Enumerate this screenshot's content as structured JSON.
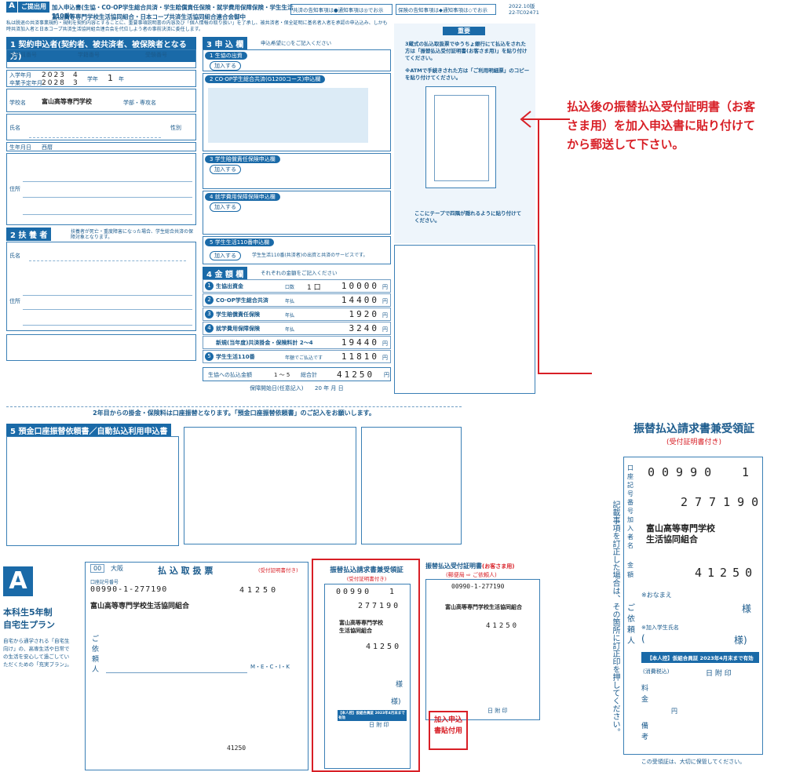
{
  "form": {
    "submit_tag": "ご提出用",
    "section_letter": "A",
    "title_line1": "加入申込書(生協・CO·OP学生総合共済・学生賠償責任保険・就学費用保障保険・学生生活110番)",
    "title_line2": "富山高等専門学校生活協同組合・日本コープ共済生活協同組合連合会御中",
    "notice_1": "共済の告知事項は●通知事項は◎でお示",
    "notice_2": "保険の告知事項は◆通知事項は◇でお示",
    "date_code": "2022.10版",
    "form_code": "22-TC02471",
    "intro_text": "私は脱退の共済事業規約・規則を契約内容とすることに、重要事項説明書の内容及び「個人情報の取り扱い」を了承し、被共済者・保全証明に基名者入者を承認の申込込み、しかも時共済加入者と日本コープ共済生活協同組合連合会を代位しよう者の事前決済に委任します。",
    "sec1_title": "契約申込者(契約者、被共済者、被保険者となる方)",
    "sec1_member_no": "組合員番号",
    "sec1_student_no": "学籍番号",
    "sec1_exam_no": "受験番号",
    "admission_label": "入学年月",
    "admission_year": "2023",
    "admission_month": "4",
    "graduation_label": "卒業予定年月",
    "graduation_year": "2028",
    "graduation_month": "3",
    "grade_label": "学年",
    "grade_value": "1",
    "grade_unit": "年",
    "school_label": "学校名",
    "school_name": "富山高等専門学校",
    "dept_label": "学部・専攻名",
    "name_label": "氏名",
    "gender_label": "性別",
    "birth_label": "生年月日",
    "birth_era": "西暦",
    "address_label": "住所",
    "sec2_title": "扶 養 者",
    "sec2_note": "扶養者が死亡・重度障害になった場合、学生総合共済の保障対象となります。",
    "sec3_title": "申 込 欄",
    "sec3_subtitle": "申込希望に○をご記入ください",
    "sec3_item1": "生協の出資",
    "sec3_item1_pill": "加入する",
    "sec3_item2": "CO·OP学生総合共済(G1200コース)申込欄",
    "sec3_item3": "学生賠償責任保険申込欄",
    "sec3_item3_pill": "加入する",
    "sec3_item4": "就学費用保障保険申込欄",
    "sec3_item4_pill": "加入する",
    "sec3_item5": "学生生活110番申込欄",
    "sec3_item5_pill": "加入する",
    "sec3_item5_note": "学生生活110番(共済者)の出資と共済のサービスです。",
    "sec4_title": "金 額 欄",
    "sec4_subtitle": "それぞれの金額をご記入ください",
    "amount_rows": [
      {
        "label": "生協出資金",
        "note": "口数",
        "qty": "1",
        "qty_unit": "口",
        "value": "10000",
        "unit": "円"
      },
      {
        "label": "CO·OP学生総合共済",
        "note": "年払",
        "qty": "",
        "qty_unit": "",
        "value": "14400",
        "unit": "円"
      },
      {
        "label": "学生賠償責任保険",
        "note": "年払",
        "qty": "",
        "qty_unit": "",
        "value": "1920",
        "unit": "円"
      },
      {
        "label": "就学費用保障保険",
        "note": "年払",
        "qty": "",
        "qty_unit": "",
        "value": "3240",
        "unit": "円"
      },
      {
        "label": "新規(当年度)共済掛金・保険料計 2〜4",
        "note": "",
        "qty": "",
        "qty_unit": "",
        "value": "19440",
        "unit": "円"
      },
      {
        "label": "学生生活110番",
        "note": "年額でご払込です",
        "qty": "",
        "qty_unit": "",
        "value": "11810",
        "unit": "円"
      }
    ],
    "total_label": "生協への払込金額",
    "total_range": "1 〜 5",
    "total_sum_label": "総合計",
    "total_value": "41250",
    "total_unit": "円",
    "start_date_label": "保障開始日(任意記入)",
    "start_date_value": "20    年    月    日",
    "bank_note": "2年目からの掛金・保険料は口座振替となります。「預金口座振替依頼書」のご記入をお願いします。",
    "sec5_title": "預金口座振替依頼書／自動払込利用申込書",
    "important_title": "重要",
    "important_text_1": "3蔵式の払込取扱票でゆうちょ銀行にて払込をされた方は「振替払込受付証明書(お客さま用)」を貼り付けてください。",
    "important_text_2": "※ATMで手続きされた方は「ご利用明細票」のコピーを貼り付けてください。",
    "tape_note": "ここにテープで四隅が隠れるように貼り付けてください。",
    "stamp_label": "加入申込書貼付用",
    "account_label": "口座記号番号",
    "account_no": "00990-1-277190",
    "account_no_a": "00990",
    "account_no_b": "1",
    "account_no_c": "277190",
    "payee_label": "加入者名",
    "payee_name_1": "富山高等専門学校",
    "payee_name_2": "生活協同組合",
    "amount_label": "金額",
    "amount_value": "41250",
    "consumer_label": "※おなまえ",
    "honorific": "様",
    "student_label": "※加入学生氏名",
    "paren_open": "(",
    "paren_close": "様)",
    "requester_label": "ご依頼人",
    "payment_slip_title": "払 込 取 扱 票",
    "slip_cert_note": "(受付証明書付き)",
    "receipt_title": "振替払込請求書兼受領証",
    "receipt_sub": "(受付証明書付き)",
    "customer_cert_title": "振替払込受付証明書",
    "customer_cert_sub": "(お客さま用)",
    "correction_note": "記載事項を訂正した場合は、その箇所に訂正印を押してください。",
    "date_stamp_label": "日 附 印",
    "fee_label": "料金",
    "remarks_label": "備考",
    "fee_tax_label": "(消費税込)",
    "yen": "円",
    "member_badge": "【本人控】仮組合員証 2023年4月末まで有効",
    "receipt_footer": "この受領証は、大切に保管してください。",
    "postal_note": "(郵便局 ⇨ ご依頼人)",
    "side_plan_title_1": "本科生5年制",
    "side_plan_title_2": "自宅生プラン",
    "side_plan_desc": "自宅から通学される「自宅生向け」の、高専生活や日常での生活を安心して過ごしていただくための「充実プラン」。",
    "office_branch": "大阪",
    "slip_code": "00",
    "mecik": "M・E・C・I・K",
    "callout": "払込後の振替払込受付証明書（お客さま用）を加入申込書に貼り付けてから郵送して下さい。"
  },
  "colors": {
    "form_blue": "#1a6aa8",
    "line_blue": "#6f9dc4",
    "accent_red": "#d81f26"
  }
}
